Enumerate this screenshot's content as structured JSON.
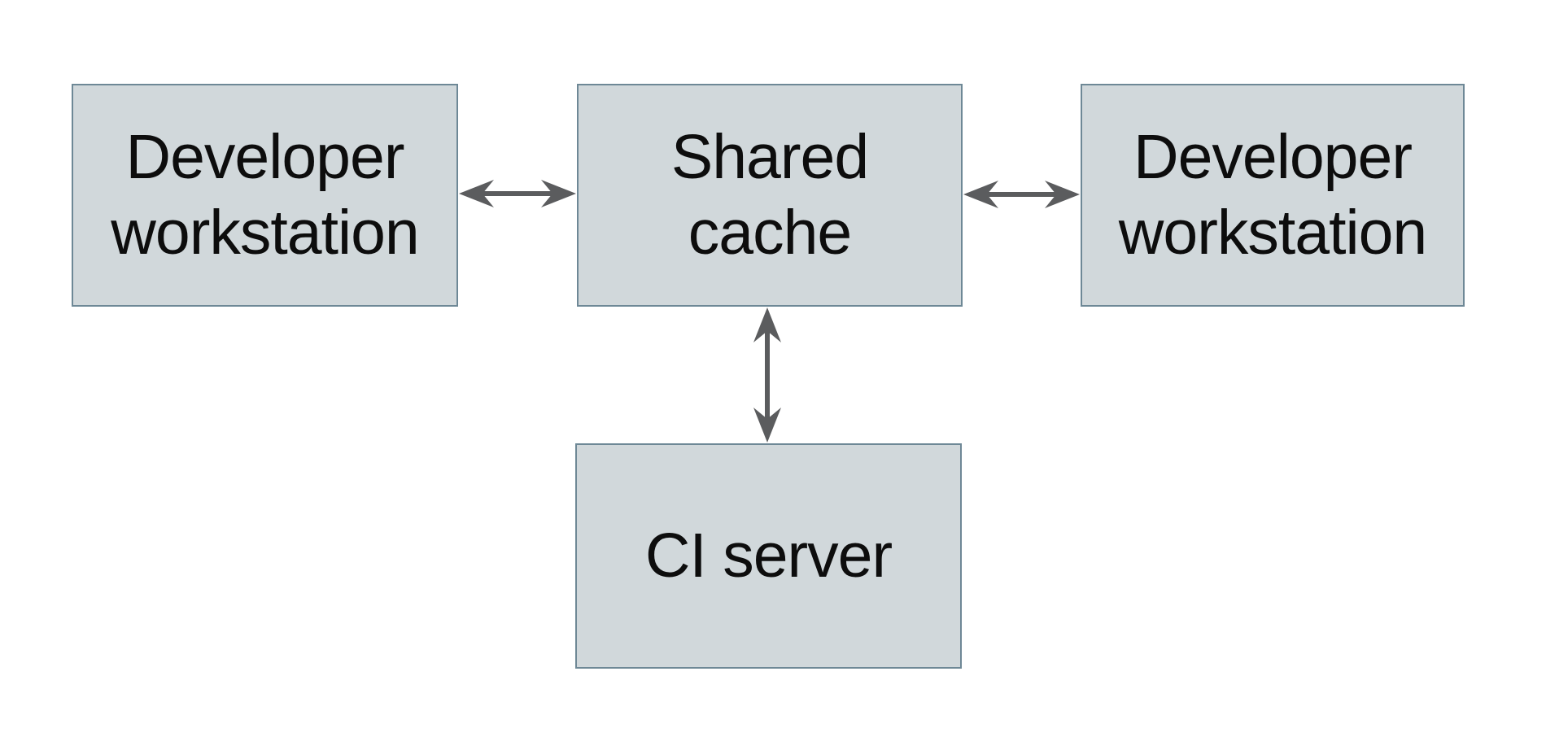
{
  "diagram": {
    "type": "architecture-diagram",
    "background_color": "#ffffff",
    "colors": {
      "node_fill": "#d1d8db",
      "node_border": "#6e8896",
      "arrow": "#5b5c5e",
      "text": "#0d0d0d"
    },
    "nodes": [
      {
        "id": "developer-workstation-left",
        "line1": "Developer",
        "line2": "workstation"
      },
      {
        "id": "shared-cache",
        "line1": "Shared",
        "line2": "cache"
      },
      {
        "id": "developer-workstation-right",
        "line1": "Developer",
        "line2": "workstation"
      },
      {
        "id": "ci-server",
        "line1": "CI server"
      }
    ],
    "edges": [
      {
        "from": "developer-workstation-left",
        "to": "shared-cache",
        "direction": "bidirectional",
        "orientation": "horizontal"
      },
      {
        "from": "shared-cache",
        "to": "developer-workstation-right",
        "direction": "bidirectional",
        "orientation": "horizontal"
      },
      {
        "from": "shared-cache",
        "to": "ci-server",
        "direction": "bidirectional",
        "orientation": "vertical"
      }
    ]
  }
}
